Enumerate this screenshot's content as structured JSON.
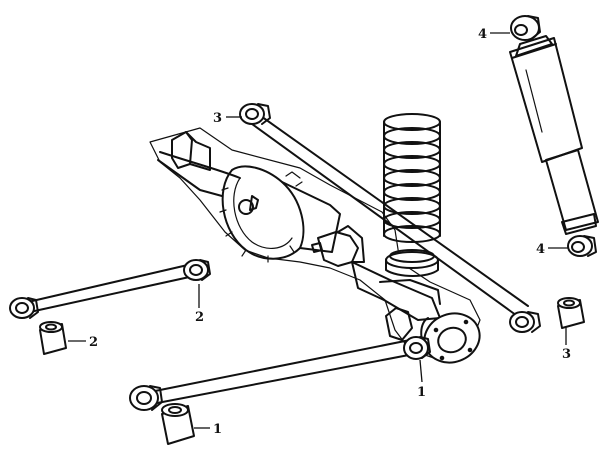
{
  "diagram": {
    "callouts": [
      {
        "id": "c4-top",
        "label": "4"
      },
      {
        "id": "c4-bottom",
        "label": "4"
      },
      {
        "id": "c3-top",
        "label": "3"
      },
      {
        "id": "c3-right",
        "label": "3"
      },
      {
        "id": "c2-link",
        "label": "2"
      },
      {
        "id": "c2-bush",
        "label": "2"
      },
      {
        "id": "c1-link",
        "label": "1"
      },
      {
        "id": "c1-bush",
        "label": "1"
      }
    ],
    "colors": {
      "ink": "#111111",
      "paper": "#ffffff"
    }
  }
}
